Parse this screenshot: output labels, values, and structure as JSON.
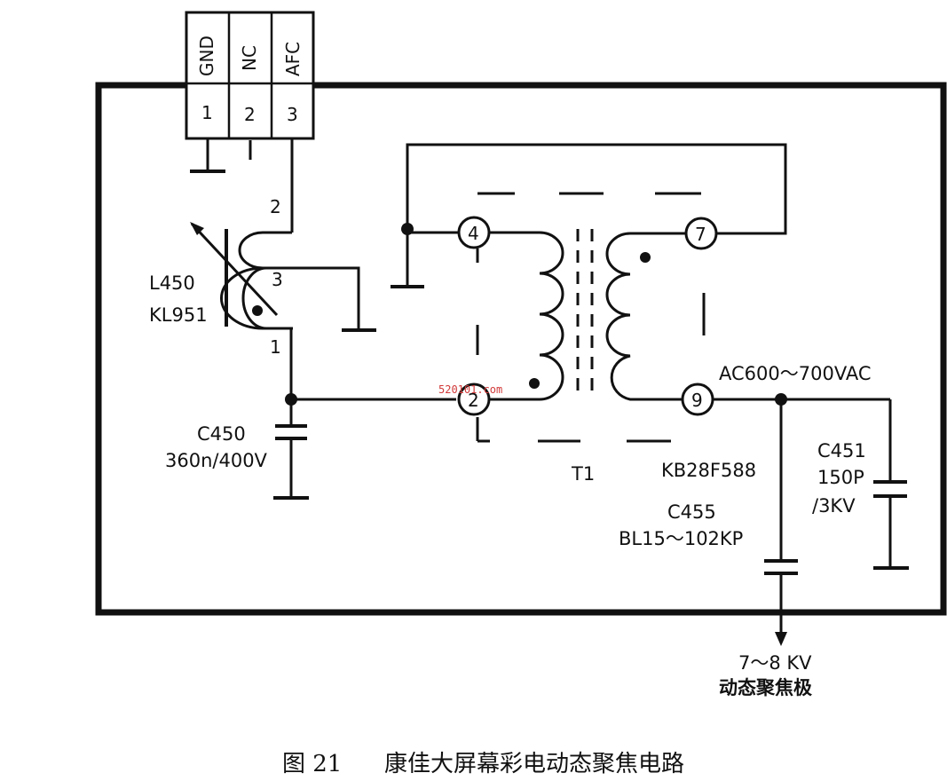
{
  "connector": {
    "pins": [
      {
        "name": "GND",
        "number": "1"
      },
      {
        "name": "NC",
        "number": "2"
      },
      {
        "name": "AFC",
        "number": "3"
      }
    ]
  },
  "inductor": {
    "ref": "L450",
    "part": "KL951",
    "pin_top": "2",
    "pin_tap": "3",
    "pin_bottom": "1"
  },
  "c450": {
    "ref": "C450",
    "value": "360n/400V"
  },
  "transformer": {
    "ref": "T1",
    "part": "KB28F588",
    "pins": [
      "4",
      "2",
      "7",
      "9"
    ]
  },
  "ac_label": "AC600～700VAC",
  "c451": {
    "ref": "C451",
    "value1": "150P",
    "value2": "/3KV"
  },
  "c455": {
    "ref": "C455",
    "value": "BL15～102KP"
  },
  "output": {
    "voltage": "7～8 KV",
    "name": "动态聚焦极"
  },
  "watermark": "520101.com",
  "caption": {
    "figure": "图 21",
    "title": "康佳大屏幕彩电动态聚焦电路"
  }
}
